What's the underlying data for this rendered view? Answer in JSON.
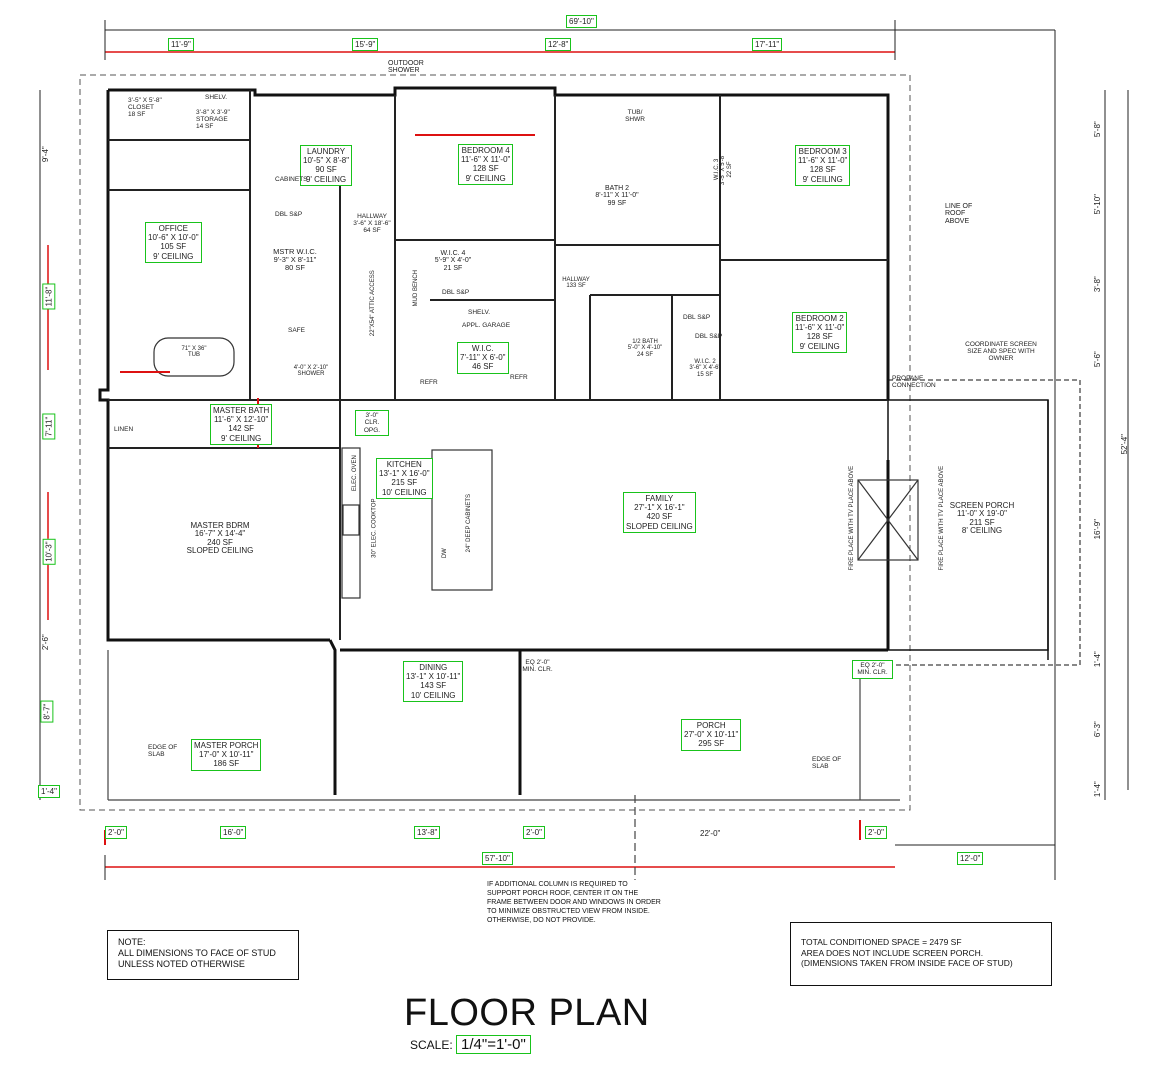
{
  "overall": {
    "top": "69'-10\"",
    "bottom": "57'-10\"",
    "bottom_right": "12'-0\"",
    "right": "52'-4\""
  },
  "top_dims": [
    "11'-9\"",
    "15'-9\"",
    "12'-8\"",
    "17'-11\""
  ],
  "bottom_dims": [
    "2'-0\"",
    "16'-0\"",
    "13'-8\"",
    "2'-0\"",
    "22'-0\"",
    "2'-0\""
  ],
  "left_dims": [
    "9'-4\"",
    "11'-8\"",
    "7'-11\"",
    "10'-3\"",
    "2'-6\"",
    "8'-7\"",
    "1'-4\""
  ],
  "right_dims": [
    "5'-8\"",
    "5'-10\"",
    "3'-8\"",
    "5'-6\"",
    "16'-9\"",
    "1'-4\"",
    "6'-3\"",
    "1'-4\""
  ],
  "rooms": {
    "closet": {
      "name": "3'-5\" X 5'-8\" CLOSET",
      "area": "18 SF"
    },
    "storage": {
      "name": "3'-8\" X 3'-9\" STORAGE",
      "area": "14 SF"
    },
    "laundry": {
      "name": "LAUNDRY",
      "size": "10'-5\" X 8'-8\"",
      "area": "90 SF",
      "ceiling": "9' CEILING"
    },
    "bedroom4": {
      "name": "BEDROOM 4",
      "size": "11'-6\" X 11'-0\"",
      "area": "128 SF",
      "ceiling": "9' CEILING"
    },
    "bedroom3": {
      "name": "BEDROOM 3",
      "size": "11'-6\" X 11'-0\"",
      "area": "128 SF",
      "ceiling": "9' CEILING"
    },
    "bath2": {
      "name": "BATH 2",
      "size": "8'-11\" X 11'-0\"",
      "area": "99 SF"
    },
    "office": {
      "name": "OFFICE",
      "size": "10'-6\" X 10'-0\"",
      "area": "105 SF",
      "ceiling": "9' CEILING"
    },
    "mstr_wic": {
      "name": "MSTR W.I.C.",
      "size": "9'-3\" X 8'-11\"",
      "area": "80 SF"
    },
    "hallway": {
      "name": "HALLWAY",
      "size": "3'-6\" X 18'-6\"",
      "area": "64 SF"
    },
    "wic4": {
      "name": "W.I.C. 4",
      "size": "5'-9\" X 4'-0\"",
      "area": "21 SF"
    },
    "wic": {
      "name": "W.I.C.",
      "size": "7'-11\" X 6'-0\"",
      "area": "46 SF"
    },
    "wic3": {
      "name": "W.I.C. 3",
      "size": "3'-5\" X 5'-8\"",
      "area": "22 SF"
    },
    "hallway2": {
      "name": "HALLWAY",
      "area": "133 SF"
    },
    "half_bath": {
      "name": "1/2 BATH",
      "size": "5'-0\" X 4'-10\"",
      "area": "24 SF"
    },
    "wic2": {
      "name": "W.I.C. 2",
      "size": "3'-6\" X 4'-6\"",
      "area": "15 SF"
    },
    "bedroom2": {
      "name": "BEDROOM 2",
      "size": "11'-6\" X 11'-0\"",
      "area": "128 SF",
      "ceiling": "9' CEILING"
    },
    "master_bath": {
      "name": "MASTER BATH",
      "size": "11'-6\" X 12'-10\"",
      "area": "142 SF",
      "ceiling": "9' CEILING"
    },
    "kitchen": {
      "name": "KITCHEN",
      "size": "13'-1\" X 16'-0\"",
      "area": "215 SF",
      "ceiling": "10' CEILING"
    },
    "family": {
      "name": "FAMILY",
      "size": "27'-1\" X 16'-1\"",
      "area": "420 SF",
      "ceiling": "SLOPED CEILING"
    },
    "screen_porch": {
      "name": "SCREEN PORCH",
      "size": "11'-0\" X 19'-0\"",
      "area": "211 SF",
      "ceiling": "8' CEILING"
    },
    "master_bdrm": {
      "name": "MASTER BDRM",
      "size": "16'-7\" X 14'-4\"",
      "area": "240 SF",
      "ceiling": "SLOPED CEILING"
    },
    "dining": {
      "name": "DINING",
      "size": "13'-1\" X 10'-11\"",
      "area": "143 SF",
      "ceiling": "10' CEILING"
    },
    "porch": {
      "name": "PORCH",
      "size": "27'-0\" X 10'-11\"",
      "area": "295 SF"
    },
    "master_porch": {
      "name": "MASTER PORCH",
      "size": "17'-0\" X 10'-11\"",
      "area": "186 SF"
    }
  },
  "labels": {
    "outdoor_shower": "OUTDOOR SHOWER",
    "line_of_roof": "LINE OF ROOF ABOVE",
    "coordinate": "COORDINATE SCREEN SIZE AND SPEC WITH OWNER",
    "propane": "PROPANE CONNECTION",
    "edge_of_slab": "EDGE OF SLAB",
    "eq_min_clr": "EQ 2'-0\" MIN. CLR.",
    "tub": "71\" X 36\" TUB",
    "shower": "4'-0\" X 2'-10\" SHOWER",
    "safe": "SAFE",
    "linen": "LINEN",
    "cabinets": "CABINETS",
    "dbl_sp": "DBL S&P",
    "shelv": "SHELV.",
    "appl_garage": "APPL. GARAGE",
    "refr": "REFR",
    "attic_access": "22\"X54\" ATTIC ACCESS",
    "mudroom_bench": "MUD BENCH",
    "cooktop": "30\" ELEC. COOKTOP",
    "deep_cabinets": "24\" DEEP CABINETS",
    "fireplace": "FIRE PLACE WITH TV PLACE ABOVE",
    "tub_shwr": "TUB/ SHWR",
    "clr_opg": "3'-0\" CLR. OPG.",
    "dw": "DW",
    "wall_oven": "ELEC. OVEN"
  },
  "post_note": "IF ADDITIONAL COLUMN IS REQUIRED TO SUPPORT PORCH ROOF, CENTER IT ON THE FRAME BETWEEN DOOR AND WINDOWS IN ORDER TO MINIMIZE OBSTRUCTED VIEW FROM INSIDE. OTHERWISE, DO NOT PROVIDE.",
  "note_box": [
    "NOTE:",
    "ALL DIMENSIONS TO FACE OF STUD",
    "UNLESS NOTED OTHERWISE"
  ],
  "total_box": [
    "TOTAL CONDITIONED SPACE = 2479 SF",
    "AREA DOES NOT INCLUDE SCREEN PORCH.",
    "(DIMENSIONS TAKEN FROM INSIDE FACE OF STUD)"
  ],
  "title": "FLOOR PLAN",
  "scale_label": "SCALE:",
  "scale_value": "1/4\"=1'-0\""
}
